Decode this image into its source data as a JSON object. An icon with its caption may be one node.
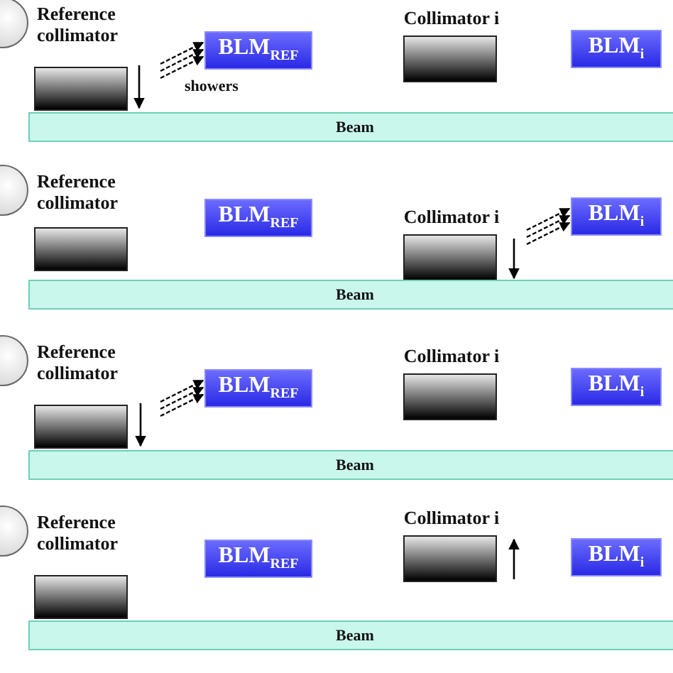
{
  "diagram": {
    "nodes": [
      {
        "text": [],
        "shape": "circle"
      },
      {
        "text": [
          "Reference collimator"
        ]
      },
      {
        "text": [
          "BLM$_{REF}$"
        ]
      },
      {
        "text": [
          "Collimator i"
        ]
      },
      {
        "text": [
          "BLM$_{i}$"
        ]
      },
      {
        "text": [
          "Beam"
        ]
      },
      {
        "text": [],
        "shape": "circle"
      },
      {
        "text": [
          "Reference collimator"
        ]
      },
      {
        "text": [
          "BLM$_{REF}$"
        ]
      },
      {
        "text": [
          "Collimator i"
        ]
      },
      {
        "text": [
          "BLM$_{i}$"
        ]
      },
      {
        "text": [
          "Beam"
        ]
      },
      {
        "text": [],
        "shape": "circle"
      },
      {
        "text": [
          "Reference collimator"
        ]
      },
      {
        "text": [
          "BLM$_{REF}$"
        ]
      },
      {
        "text": [
          "Collimator i"
        ]
      },
      {
        "text": [
          "BLM$_{i}$"
        ]
      },
      {
        "text": [
          "Beam"
        ]
      },
      {
        "text": [],
        "shape": "circle"
      },
      {
        "text": [
          "Reference collimator"
        ]
      },
      {
        "text": [
          "BLM$_{REF}$"
        ]
      },
      {
        "text": [
          "Collimator i"
        ]
      },
      {
        "text": [
          "BLM$_{i}$"
        ]
      },
      {
        "text": [
          "Beam"
        ]
      }
    ],
    "edges": [
      {
        "from": null,
        "to": 2,
        "arrow": "to",
        "style": "dashed"
      },
      {
        "from": null,
        "to": 2,
        "arrow": "to",
        "style": "dashed"
      },
      {
        "from": null,
        "to": 2,
        "arrow": "to",
        "style": "dashed"
      },
      {
        "from": null,
        "to": 10,
        "arrow": "to",
        "style": "dashed"
      },
      {
        "from": null,
        "to": 10,
        "arrow": "to",
        "style": "dashed"
      },
      {
        "from": null,
        "to": 10,
        "arrow": "to",
        "style": "dashed"
      },
      {
        "from": null,
        "to": 14,
        "arrow": "to",
        "style": "dashed"
      },
      {
        "from": null,
        "to": 14,
        "arrow": "to",
        "style": "dashed"
      },
      {
        "from": null,
        "to": 14,
        "arrow": "to",
        "style": "dashed"
      }
    ],
    "labels": [
      "showers"
    ]
  }
}
